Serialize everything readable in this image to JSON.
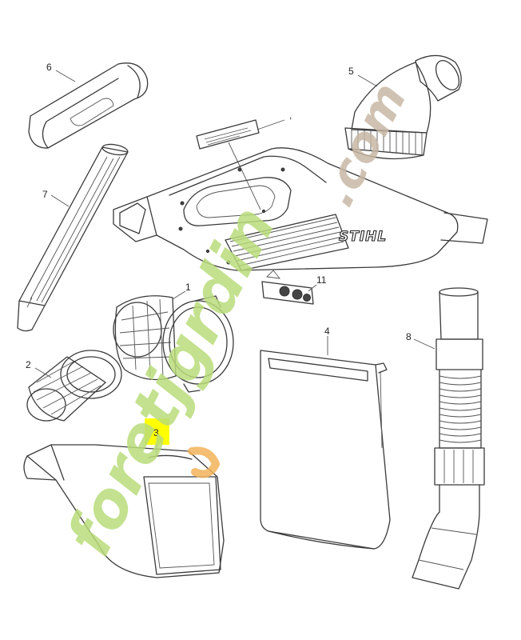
{
  "diagram": {
    "callouts": [
      {
        "id": "6",
        "text": "6"
      },
      {
        "id": "5",
        "text": "5"
      },
      {
        "id": "comma",
        "text": ","
      },
      {
        "id": "7",
        "text": "7"
      },
      {
        "id": "11",
        "text": "11"
      },
      {
        "id": "1",
        "text": "1"
      },
      {
        "id": "4",
        "text": "4"
      },
      {
        "id": "8",
        "text": "8"
      },
      {
        "id": "2",
        "text": "2"
      },
      {
        "id": "3",
        "text": "3"
      }
    ],
    "highlight_color": "#ffff00",
    "brand_logo": "STIHL",
    "watermark": {
      "green_text": "foretjgrdin",
      "tan_text": ".com",
      "green_color": "#b9dc7a",
      "orange_color": "#f2b35a",
      "tan_color": "#c8b8a4"
    }
  }
}
